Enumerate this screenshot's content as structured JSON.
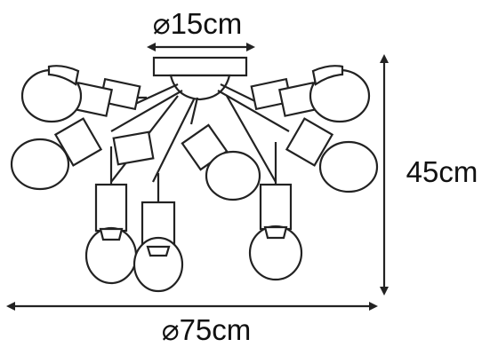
{
  "dimensions": {
    "canopy_diameter": "⌀15cm",
    "height": "45cm",
    "total_diameter": "⌀75cm"
  },
  "colors": {
    "line": "#222222",
    "text": "#111111",
    "background": "#ffffff"
  }
}
